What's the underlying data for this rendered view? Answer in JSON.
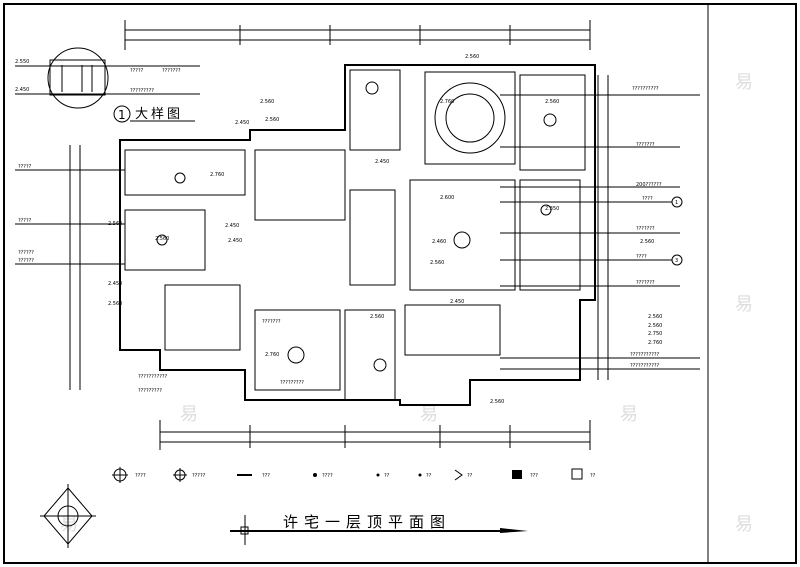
{
  "title": "许宅一层顶平面图",
  "detail": {
    "number": "1",
    "label": "大样图",
    "elev_top": "2.550",
    "elev_bottom": "2.450",
    "note1": "?????",
    "note2": "???????",
    "note3": "?????????"
  },
  "left_labels": [
    "?????",
    "?????",
    "??????",
    "??????",
    "2.560",
    "2.450",
    "2.560",
    "???????????",
    "?????????"
  ],
  "plan_labels": [
    "2.560",
    "2.760",
    "2.560",
    "2.560",
    "2.450",
    "2.560",
    "2.450",
    "2.760",
    "2.450",
    "2.600",
    "2.350",
    "2.560",
    "2.450",
    "2.460",
    "2.560",
    "2.450",
    "2.560",
    "???????",
    "?????????",
    "2.760",
    "2.560"
  ],
  "right_labels": [
    "??????????",
    "???????",
    "200??????",
    "????",
    "???????",
    "2.560",
    "????",
    "???????",
    "2.560",
    "2.560",
    "2.750",
    "2.760",
    "???????????",
    "???????????"
  ],
  "axis_markers": [
    "1",
    "3"
  ],
  "legend": [
    {
      "icon": "ceiling-lamp-icon",
      "label": "????"
    },
    {
      "icon": "downlight-large-icon",
      "label": "?????"
    },
    {
      "icon": "fluorescent-tube-icon",
      "label": "???"
    },
    {
      "icon": "spotlight-icon",
      "label": "????"
    },
    {
      "icon": "small-downlight-icon",
      "label": "??"
    },
    {
      "icon": "small-downlight-alt-icon",
      "label": "??"
    },
    {
      "icon": "wall-lamp-icon",
      "label": "??"
    },
    {
      "icon": "exhaust-fan-icon",
      "label": "???"
    },
    {
      "icon": "vent-grille-icon",
      "label": "??"
    }
  ],
  "watermark": "易"
}
